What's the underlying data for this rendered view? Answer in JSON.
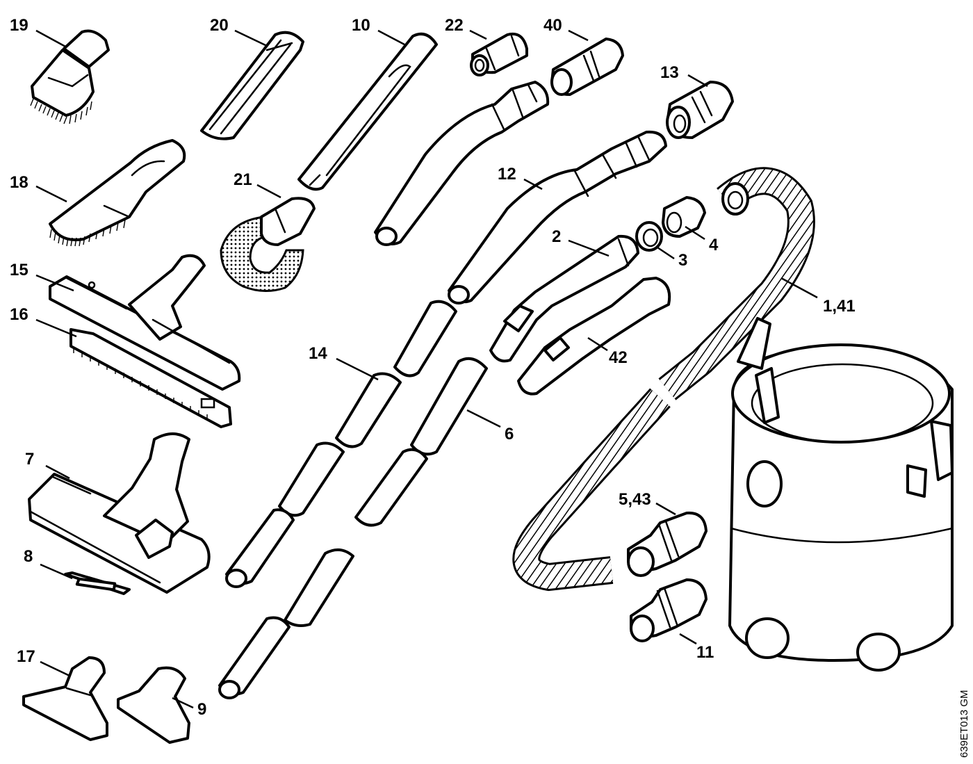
{
  "labels": {
    "l19": "19",
    "l20": "20",
    "l10": "10",
    "l22": "22",
    "l40": "40",
    "l13": "13",
    "l18": "18",
    "l21": "21",
    "l12": "12",
    "l15": "15",
    "l16": "16",
    "l2": "2",
    "l3": "3",
    "l4": "4",
    "l141": "1,41",
    "l14": "14",
    "l42": "42",
    "l6": "6",
    "l7": "7",
    "l543": "5,43",
    "l8": "8",
    "l11": "11",
    "l17": "17",
    "l9": "9"
  },
  "drawing_code": "639ET013 GM",
  "colors": {
    "line": "#000000",
    "background": "#ffffff"
  }
}
